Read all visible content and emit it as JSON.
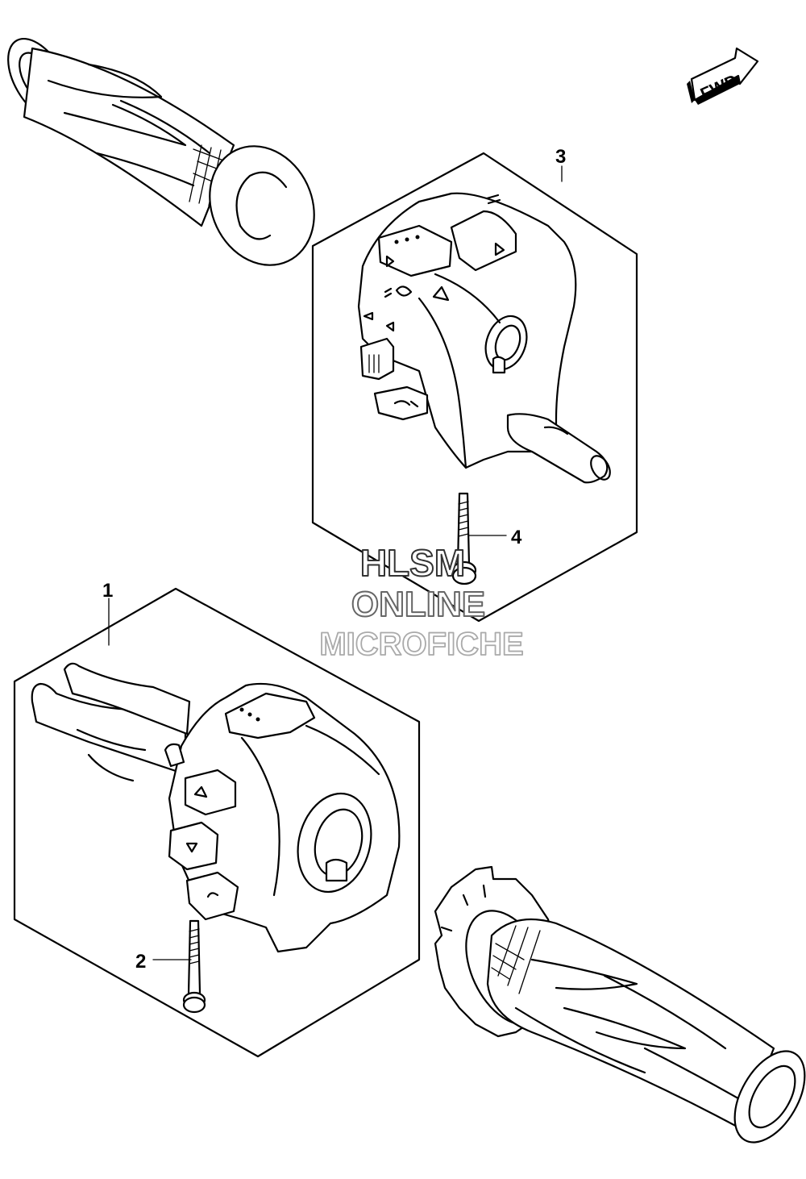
{
  "direction_badge": {
    "label": "FWD"
  },
  "callouts": [
    {
      "id": "callout-1",
      "label": "1"
    },
    {
      "id": "callout-2",
      "label": "2"
    },
    {
      "id": "callout-3",
      "label": "3"
    },
    {
      "id": "callout-4",
      "label": "4"
    }
  ],
  "watermark": {
    "line1": "HLSM",
    "line2": "ONLINE",
    "line3": "MICROFICHE"
  },
  "colors": {
    "line": "#000000",
    "background": "#ffffff",
    "watermark_outline": "#8a8a8a"
  }
}
